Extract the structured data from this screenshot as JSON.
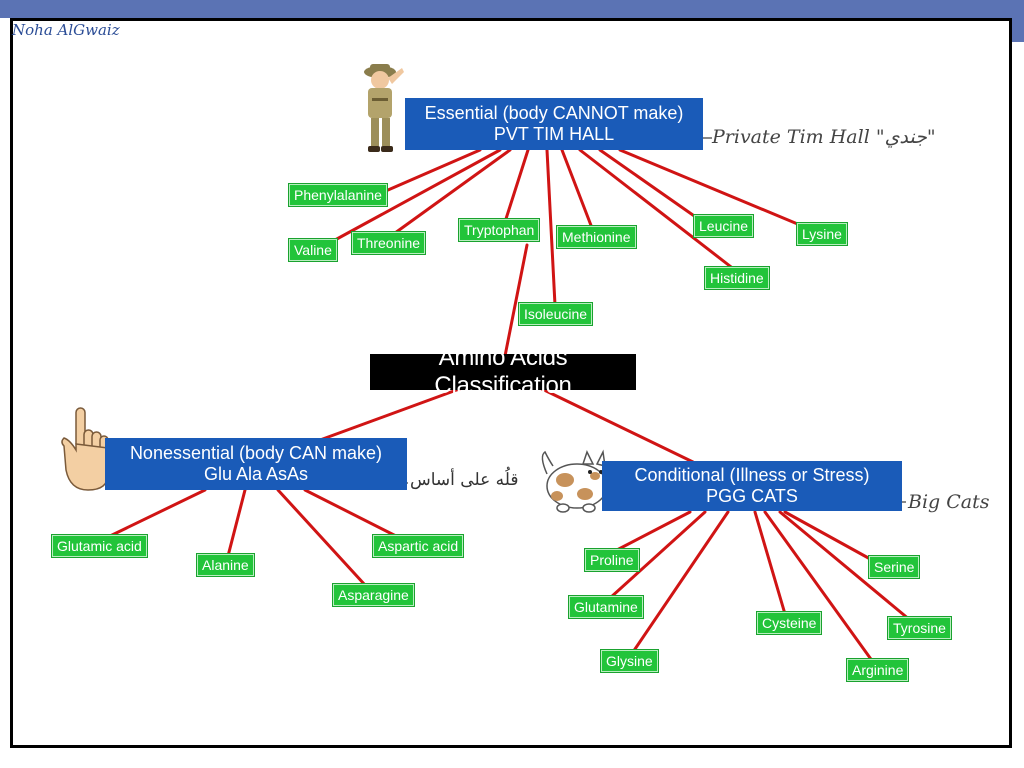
{
  "slide": {
    "author": "Noha AlGwaiz"
  },
  "center": {
    "label": "Amino Acids Classification"
  },
  "essential": {
    "line1": "Essential (body CANNOT make)",
    "line2": "PVT TIM HALL",
    "note": "Private Tim Hall \"جندي\"",
    "items": {
      "phenylalanine": "Phenylalanine",
      "valine": "Valine",
      "threonine": "Threonine",
      "tryptophan": "Tryptophan",
      "methionine": "Methionine",
      "isoleucine": "Isoleucine",
      "leucine": "Leucine",
      "histidine": "Histidine",
      "lysine": "Lysine"
    }
  },
  "nonessential": {
    "line1": "Nonessential (body CAN make)",
    "line2": "Glu Ala AsAs",
    "note": "قلُه على أساس",
    "items": {
      "glutamic_acid": "Glutamic acid",
      "alanine": "Alanine",
      "asparagine": "Asparagine",
      "aspartic_acid": "Aspartic acid"
    }
  },
  "conditional": {
    "line1": "Conditional (Illness or Stress)",
    "line2": "PGG CATS",
    "note": "Big Cats",
    "items": {
      "proline": "Proline",
      "glutamine": "Glutamine",
      "glysine": "Glysine",
      "cysteine": "Cysteine",
      "arginine": "Arginine",
      "serine": "Serine",
      "tyrosine": "Tyrosine"
    }
  },
  "colors": {
    "header_bar": "#5b73b4",
    "category_box": "#1a5bb8",
    "item_box": "#22c43a",
    "connector": "#d01414",
    "center_box": "#000000"
  },
  "icons": [
    "soldier-icon",
    "pointing-hand-icon",
    "cat-icon"
  ]
}
